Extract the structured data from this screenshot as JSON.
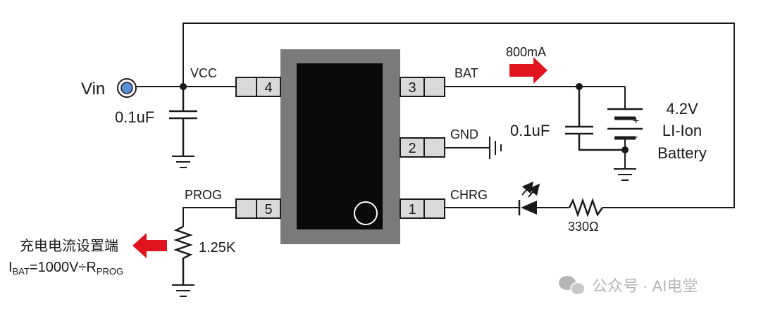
{
  "labels": {
    "vin": "Vin",
    "cap_in": "0.1uF",
    "vcc": "VCC",
    "bat": "BAT",
    "current": "800mA",
    "gnd": "GND",
    "cap_out": "0.1uF",
    "battery_voltage": "4.2V",
    "battery_type": "LI-Ion",
    "battery_word": "Battery",
    "prog": "PROG",
    "chrg": "CHRG",
    "resistor_led": "330Ω",
    "resistor_prog": "1.25K",
    "prog_note_cn": "充电电流设置端",
    "formula_i": "I",
    "formula_i_sub": "BAT",
    "formula_mid": "=1000V÷R",
    "formula_r_sub": "PROG",
    "battery_plus": "+",
    "battery_minus": "-"
  },
  "pins": {
    "p4": "4",
    "p3": "3",
    "p2": "2",
    "p5": "5",
    "p1": "1"
  },
  "watermark": {
    "text": "公众号 · AI电堂",
    "icon": "wechat-icon"
  },
  "colors": {
    "wire": "#1a1a1a",
    "ic_outline": "#7a7a7a",
    "ic_body": "#0a0a0a",
    "pin_fill": "#d9d9d9",
    "arrow": "#e0141e",
    "vin_terminal": "#5b8fd6",
    "watermark": "#b5b5b5"
  }
}
